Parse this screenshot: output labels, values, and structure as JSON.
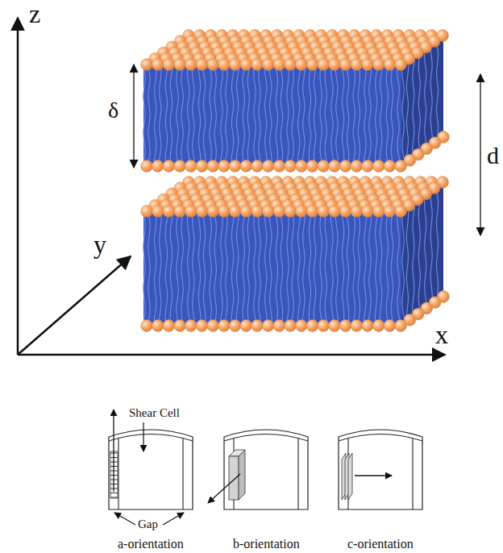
{
  "diagram": {
    "labels": [
      "z",
      "y",
      "x",
      "δ",
      "d",
      "Shear Cell",
      "Gap",
      "a-orientation",
      "b-orientation",
      "c-orientation"
    ]
  }
}
